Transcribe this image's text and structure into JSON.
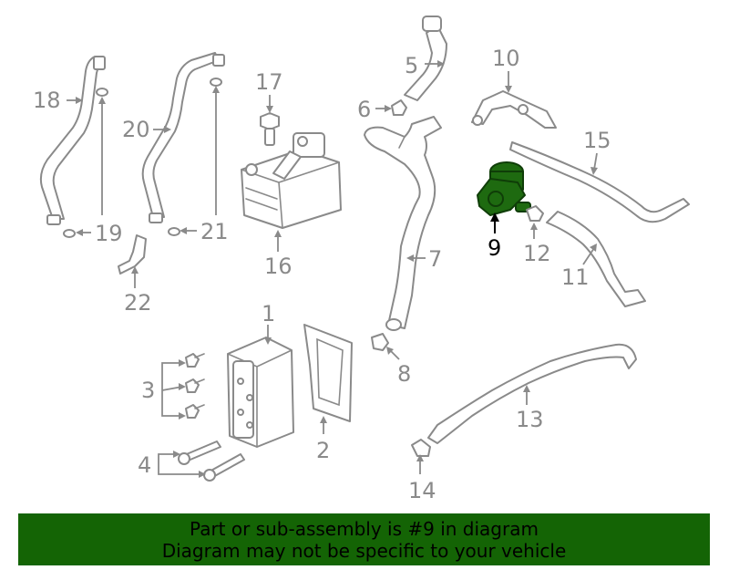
{
  "callouts": {
    "c1": "1",
    "c2": "2",
    "c3": "3",
    "c4": "4",
    "c5": "5",
    "c6": "6",
    "c7": "7",
    "c8": "8",
    "c9": "9",
    "c10": "10",
    "c11": "11",
    "c12": "12",
    "c13": "13",
    "c14": "14",
    "c15": "15",
    "c16": "16",
    "c17": "17",
    "c18": "18",
    "c19": "19",
    "c20": "20",
    "c21": "21",
    "c22": "22"
  },
  "highlighted_part": "9",
  "banner": {
    "line1": "Part or sub-assembly is #9 in diagram",
    "line2": "Diagram may not be specific to your vehicle"
  },
  "colors": {
    "banner_bg": "#146405",
    "highlight": "#1e6a10",
    "line_art": "#8a8a8a"
  }
}
